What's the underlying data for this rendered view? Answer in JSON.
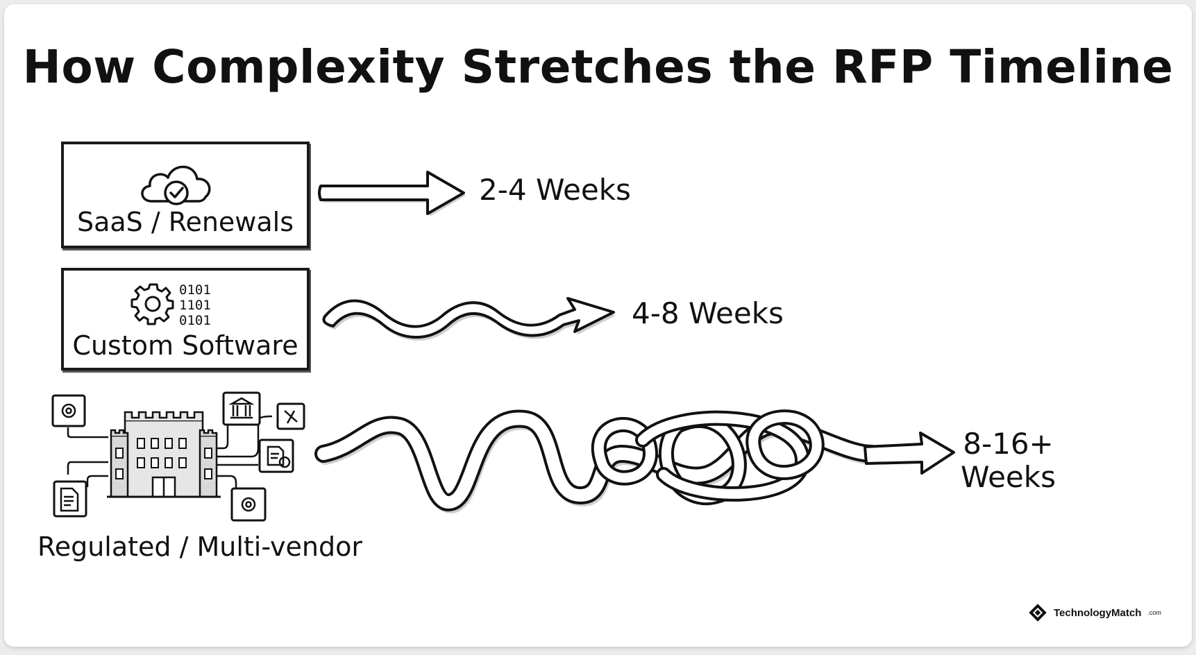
{
  "title": "How Complexity Stretches the RFP Timeline",
  "tiers": [
    {
      "label": "SaaS / Renewals",
      "duration": "2-4 Weeks",
      "icon": "cloud-check-icon"
    },
    {
      "label": "Custom Software",
      "duration": "4-8 Weeks",
      "icon": "gear-binary-icon",
      "binary_lines": [
        "0101",
        "1101",
        "0101"
      ]
    },
    {
      "label": "Regulated / Multi-vendor",
      "duration_lines": [
        "8-16+",
        "Weeks"
      ],
      "icon": "castle-network-icon"
    }
  ],
  "brand": {
    "name": "TechnologyMatch",
    "suffix": ".com"
  },
  "colors": {
    "ink": "#111111",
    "arrow_fill": "#ffffff",
    "shadow": "#bdbdbd"
  }
}
